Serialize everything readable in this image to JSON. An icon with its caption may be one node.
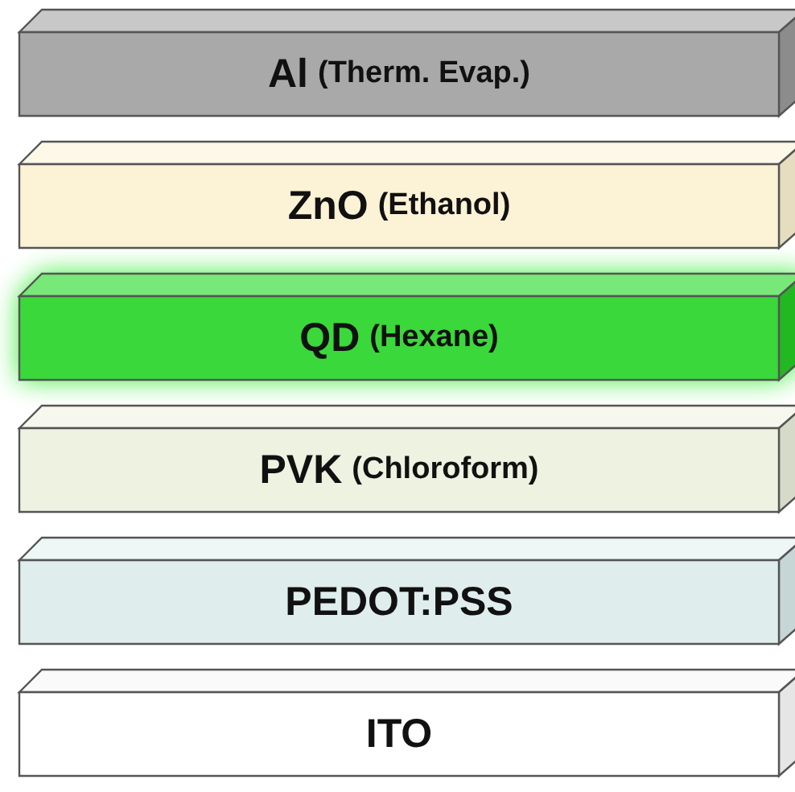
{
  "diagram": {
    "nodes": [
      {
        "text": [
          "Al",
          "(Therm. Evap.)"
        ]
      },
      {
        "text": [
          "ZnO",
          "(Ethanol)"
        ]
      },
      {
        "text": [
          "QD",
          "(Hexane)"
        ]
      },
      {
        "text": [
          "PVK",
          "(Chloroform)"
        ]
      },
      {
        "text": [
          "PEDOT:PSS"
        ]
      },
      {
        "text": [
          "ITO"
        ]
      }
    ]
  }
}
